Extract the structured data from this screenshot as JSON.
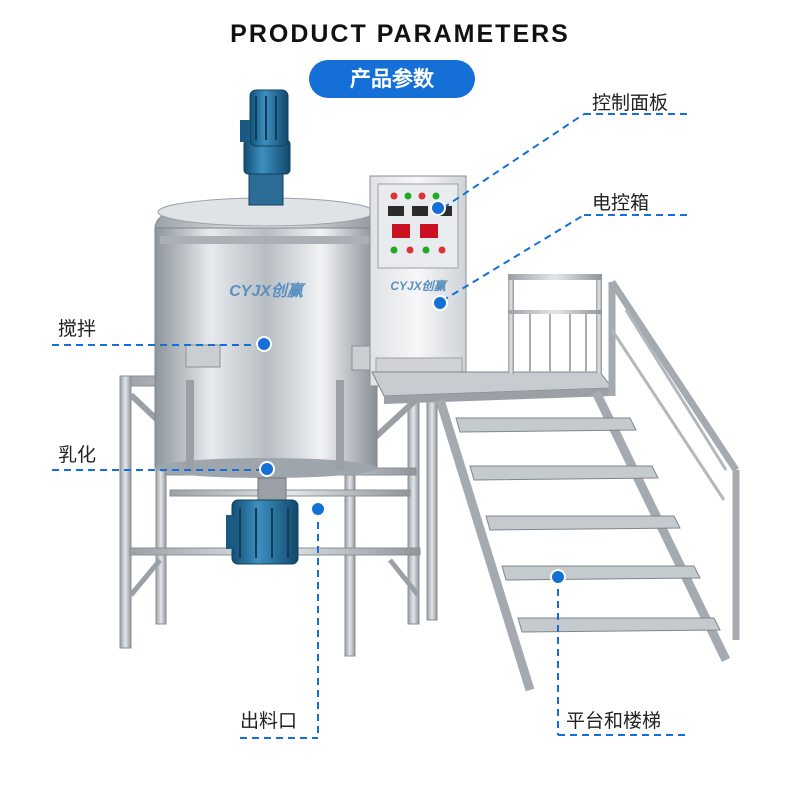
{
  "header": {
    "title": "PRODUCT PARAMETERS",
    "subtitle": "产品参数"
  },
  "brand": {
    "logo_text_tank": "CYJX创赢",
    "logo_text_cabinet": "CYJX创赢"
  },
  "callouts": {
    "control_panel": "控制面板",
    "electric_box": "电控箱",
    "stirring": "搅拌",
    "emulsifying": "乳化",
    "discharge_port": "出料口",
    "platform_stairs": "平台和楼梯"
  },
  "colors": {
    "accent": "#1470d6",
    "motor": "#1f6f9e",
    "steel": "#c9cdd1"
  }
}
